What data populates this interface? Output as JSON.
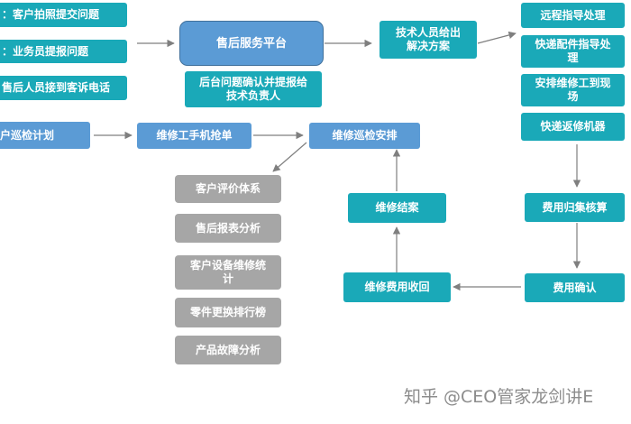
{
  "sources": [
    "：客户拍照提交问题",
    "：业务员提报问题",
    "售后人员接到客诉电话"
  ],
  "platform": "售后服务平台",
  "confirm": "后台问题确认并提报给\n技术负责人",
  "tech_solution": "技术人员给出\n解决方案",
  "actions": [
    "远程指导处理",
    "快递配件指导处\n理",
    "安排维修工到现\n场",
    "快递返修机器"
  ],
  "patrol_plan": "户巡检计划",
  "grab_order": "维修工手机抢单",
  "patrol_arrange": "维修巡检安排",
  "reports": [
    "客户评价体系",
    "售后报表分析",
    "客户设备维修统\n计",
    "零件更换排行榜",
    "产品故障分析"
  ],
  "settle": "维修结案",
  "fee_collect": "维修费用收回",
  "fee_account": "费用归集核算",
  "fee_confirm": "费用确认",
  "watermark": "知乎 @CEO管家龙剑讲E",
  "colors": {
    "teal": "#1aa9b8",
    "blue": "#5b9bd5",
    "gray": "#a6a6a6",
    "arrow": "#7f7f7f"
  }
}
